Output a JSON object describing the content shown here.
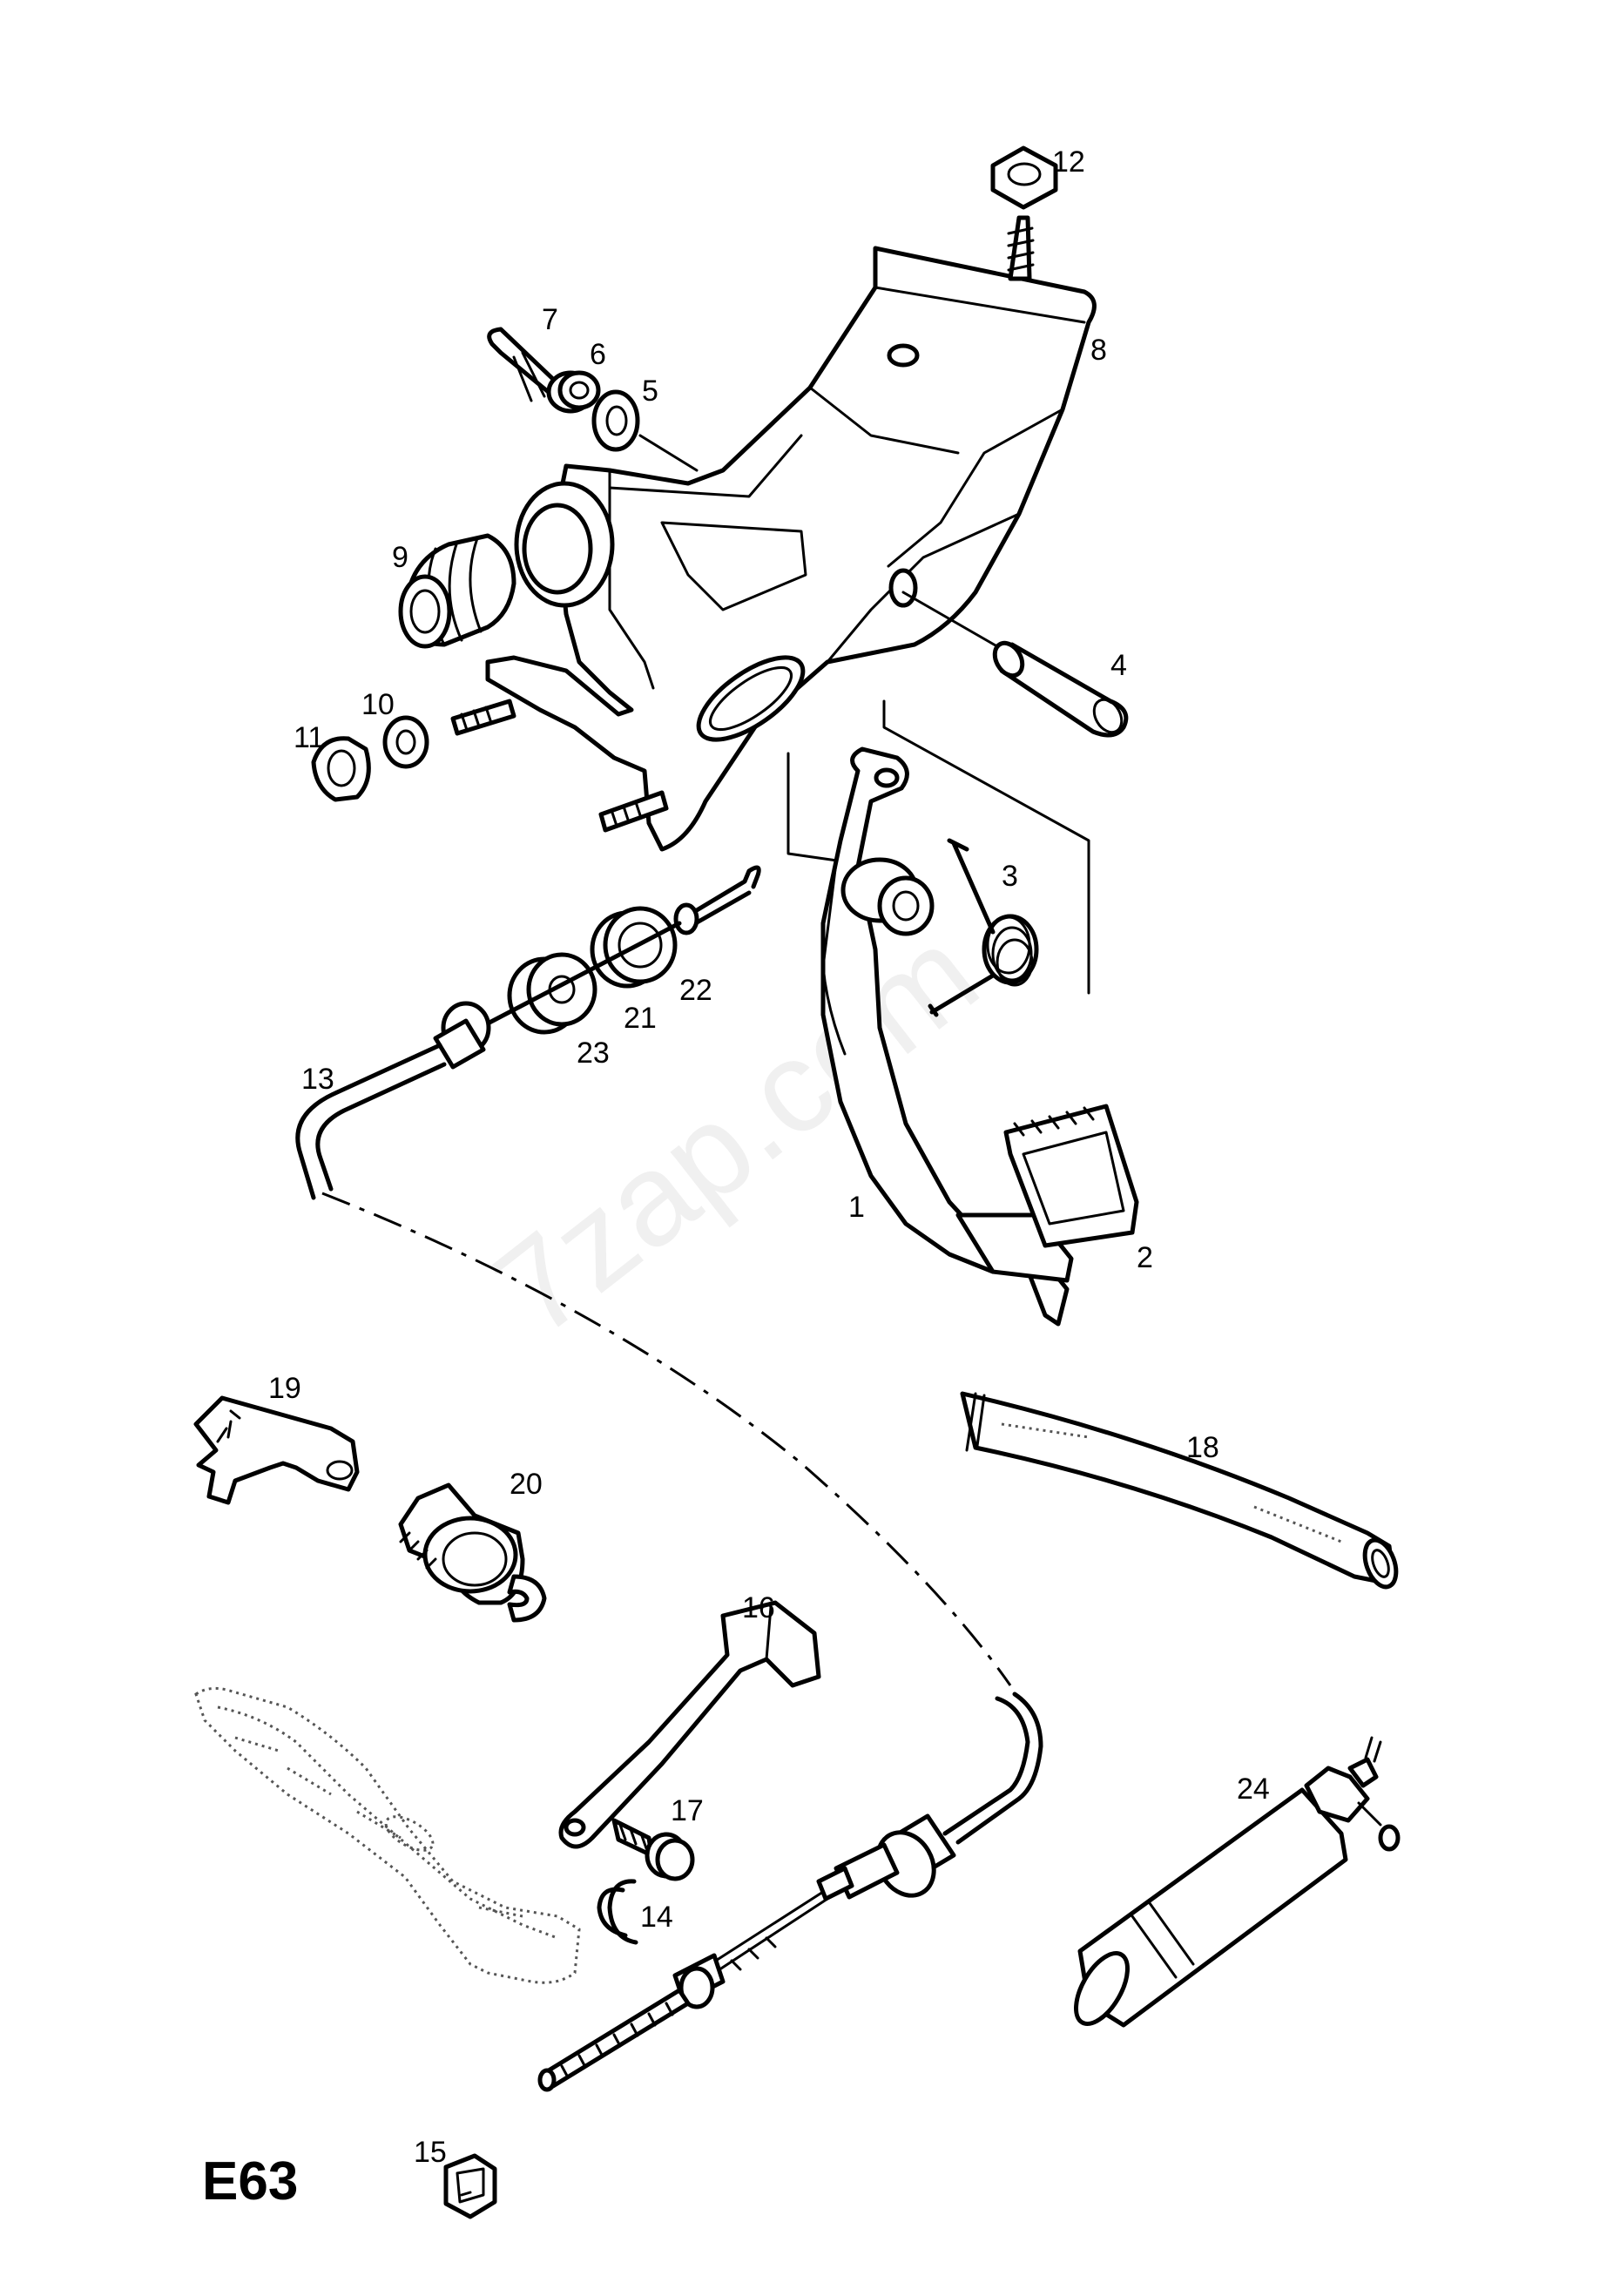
{
  "diagram": {
    "code": "E63",
    "watermark": "7zap.com",
    "callouts": {
      "c1": "1",
      "c2": "2",
      "c3": "3",
      "c4": "4",
      "c5": "5",
      "c6": "6",
      "c7": "7",
      "c8": "8",
      "c9": "9",
      "c10": "10",
      "c11": "11",
      "c12": "12",
      "c13": "13",
      "c14": "14",
      "c15": "15",
      "c16": "16",
      "c17": "17",
      "c18": "18",
      "c19": "19",
      "c20": "20",
      "c21": "21",
      "c22": "22",
      "c23": "23",
      "c24": "24"
    }
  }
}
